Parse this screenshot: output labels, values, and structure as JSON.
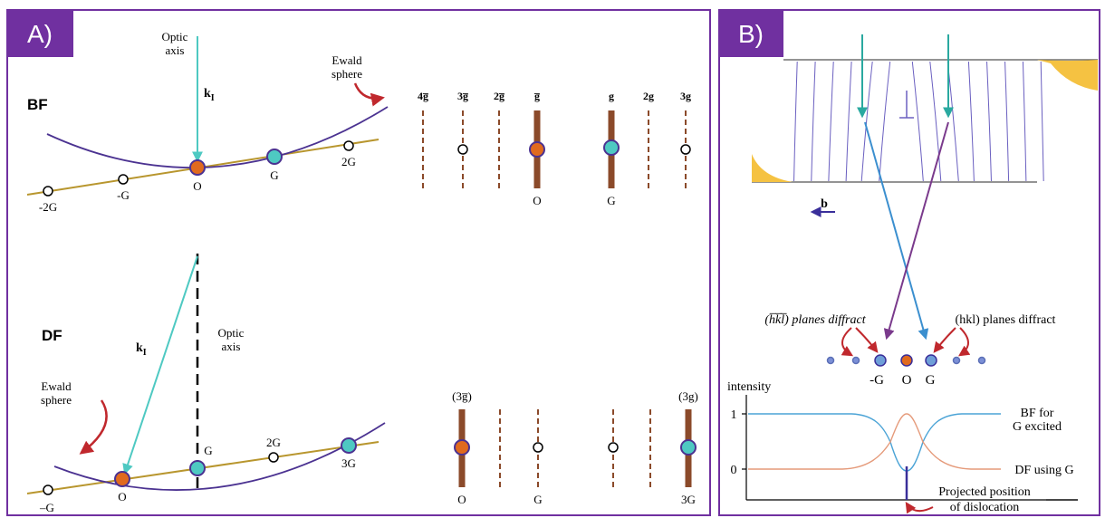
{
  "colors": {
    "frame": "#7030a0",
    "badge": "#7030a0",
    "badge_text": "#ffffff",
    "ewald": "#4b3291",
    "reciprocal_row": "#b8962e",
    "beam": "#4ec9c2",
    "orange_spot": "#e06a1e",
    "teal_spot": "#4ec9c2",
    "rod": "#8b4a2a",
    "red_arrow": "#c0282d",
    "planes": "#6a5fc0",
    "fault_fill": "#f5c242",
    "beam_b1": "#2aa9a0",
    "beam_b2": "#3b8fcf",
    "beam_b3": "#7a3a8c",
    "bf_curve": "#4aa3d6",
    "df_curve": "#e59a7a"
  },
  "panelA": {
    "badge": "A)",
    "bf": {
      "label": "BF",
      "optic_axis": "Optic\naxis",
      "k_label": "k",
      "k_sub": "I",
      "ewald": "Ewald\nsphere",
      "points": [
        "-2G",
        "-G",
        "O",
        "G",
        "2G"
      ],
      "rod_tops": [
        "4g̅",
        "3g̅",
        "2g̅",
        "g̅",
        "g",
        "2g",
        "3g"
      ],
      "rod_bottoms": [
        "O",
        "G"
      ]
    },
    "df": {
      "label": "DF",
      "optic_axis": "Optic\naxis",
      "k_label": "k",
      "k_sub": "I",
      "ewald": "Ewald\nsphere",
      "points": [
        "–G",
        "O",
        "G",
        "2G",
        "3G"
      ],
      "rod_tops": [
        "(3g̅)",
        "(3g)"
      ],
      "rod_bottoms": [
        "O",
        "G",
        "3G"
      ]
    }
  },
  "panelB": {
    "badge": "B)",
    "b_label": "b",
    "left_planes": "(h̅k̅l̅) planes diffract",
    "right_planes": "(hkl) planes diffract",
    "spot_labels": [
      "-G",
      "O",
      "G"
    ],
    "graph": {
      "ylabel": "intensity",
      "ticks": [
        "1",
        "0"
      ],
      "bf_label": "BF for\nG excited",
      "df_label": "DF using  G",
      "proj_label": "Projected position\nof dislocation"
    }
  }
}
